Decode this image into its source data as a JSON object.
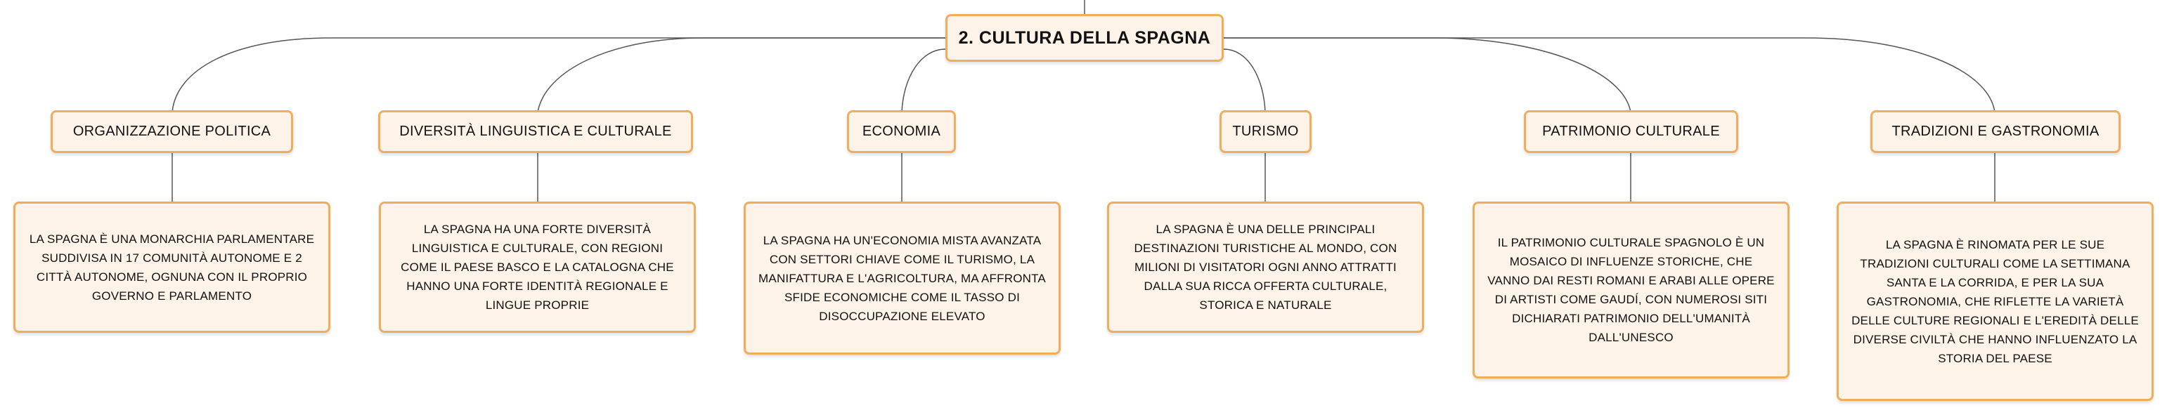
{
  "root": {
    "label": "2. CULTURA DELLA SPAGNA"
  },
  "colors": {
    "node_fill": "#fdf3e8",
    "node_border": "#f0ad5e",
    "connector": "#555555"
  },
  "topics": [
    {
      "label": "ORGANIZZAZIONE POLITICA",
      "description": "LA SPAGNA È UNA MONARCHIA PARLAMENTARE SUDDIVISA IN 17 COMUNITÀ AUTONOME E 2 CITTÀ AUTONOME, OGNUNA CON IL PROPRIO GOVERNO E PARLAMENTO"
    },
    {
      "label": "DIVERSITÀ LINGUISTICA E CULTURALE",
      "description": "LA SPAGNA HA UNA FORTE DIVERSITÀ LINGUISTICA E CULTURALE, CON REGIONI COME IL PAESE BASCO E LA CATALOGNA CHE HANNO UNA FORTE IDENTITÀ REGIONALE E LINGUE PROPRIE"
    },
    {
      "label": "ECONOMIA",
      "description": "LA SPAGNA HA UN'ECONOMIA MISTA AVANZATA CON SETTORI CHIAVE COME IL TURISMO, LA MANIFATTURA E L'AGRICOLTURA, MA AFFRONTA SFIDE ECONOMICHE COME IL TASSO DI DISOCCUPAZIONE ELEVATO"
    },
    {
      "label": "TURISMO",
      "description": "LA SPAGNA È UNA DELLE PRINCIPALI DESTINAZIONI TURISTICHE AL MONDO, CON MILIONI DI VISITATORI OGNI ANNO ATTRATTI DALLA SUA RICCA OFFERTA CULTURALE, STORICA E NATURALE"
    },
    {
      "label": "PATRIMONIO CULTURALE",
      "description": "IL PATRIMONIO CULTURALE SPAGNOLO È UN MOSAICO DI INFLUENZE STORICHE, CHE VANNO DAI RESTI ROMANI E ARABI ALLE OPERE DI ARTISTI COME GAUDÍ, CON NUMEROSI SITI DICHIARATI PATRIMONIO DELL'UMANITÀ DALL'UNESCO"
    },
    {
      "label": "TRADIZIONI E GASTRONOMIA",
      "description": "LA SPAGNA È RINOMATA PER LE SUE TRADIZIONI CULTURALI COME LA SETTIMANA SANTA E LA CORRIDA, E PER LA SUA GASTRONOMIA, CHE RIFLETTE LA VARIETÀ DELLE CULTURE REGIONALI E L'EREDITÀ DELLE DIVERSE CIVILTÀ CHE HANNO INFLUENZATO LA STORIA DEL PAESE"
    }
  ]
}
